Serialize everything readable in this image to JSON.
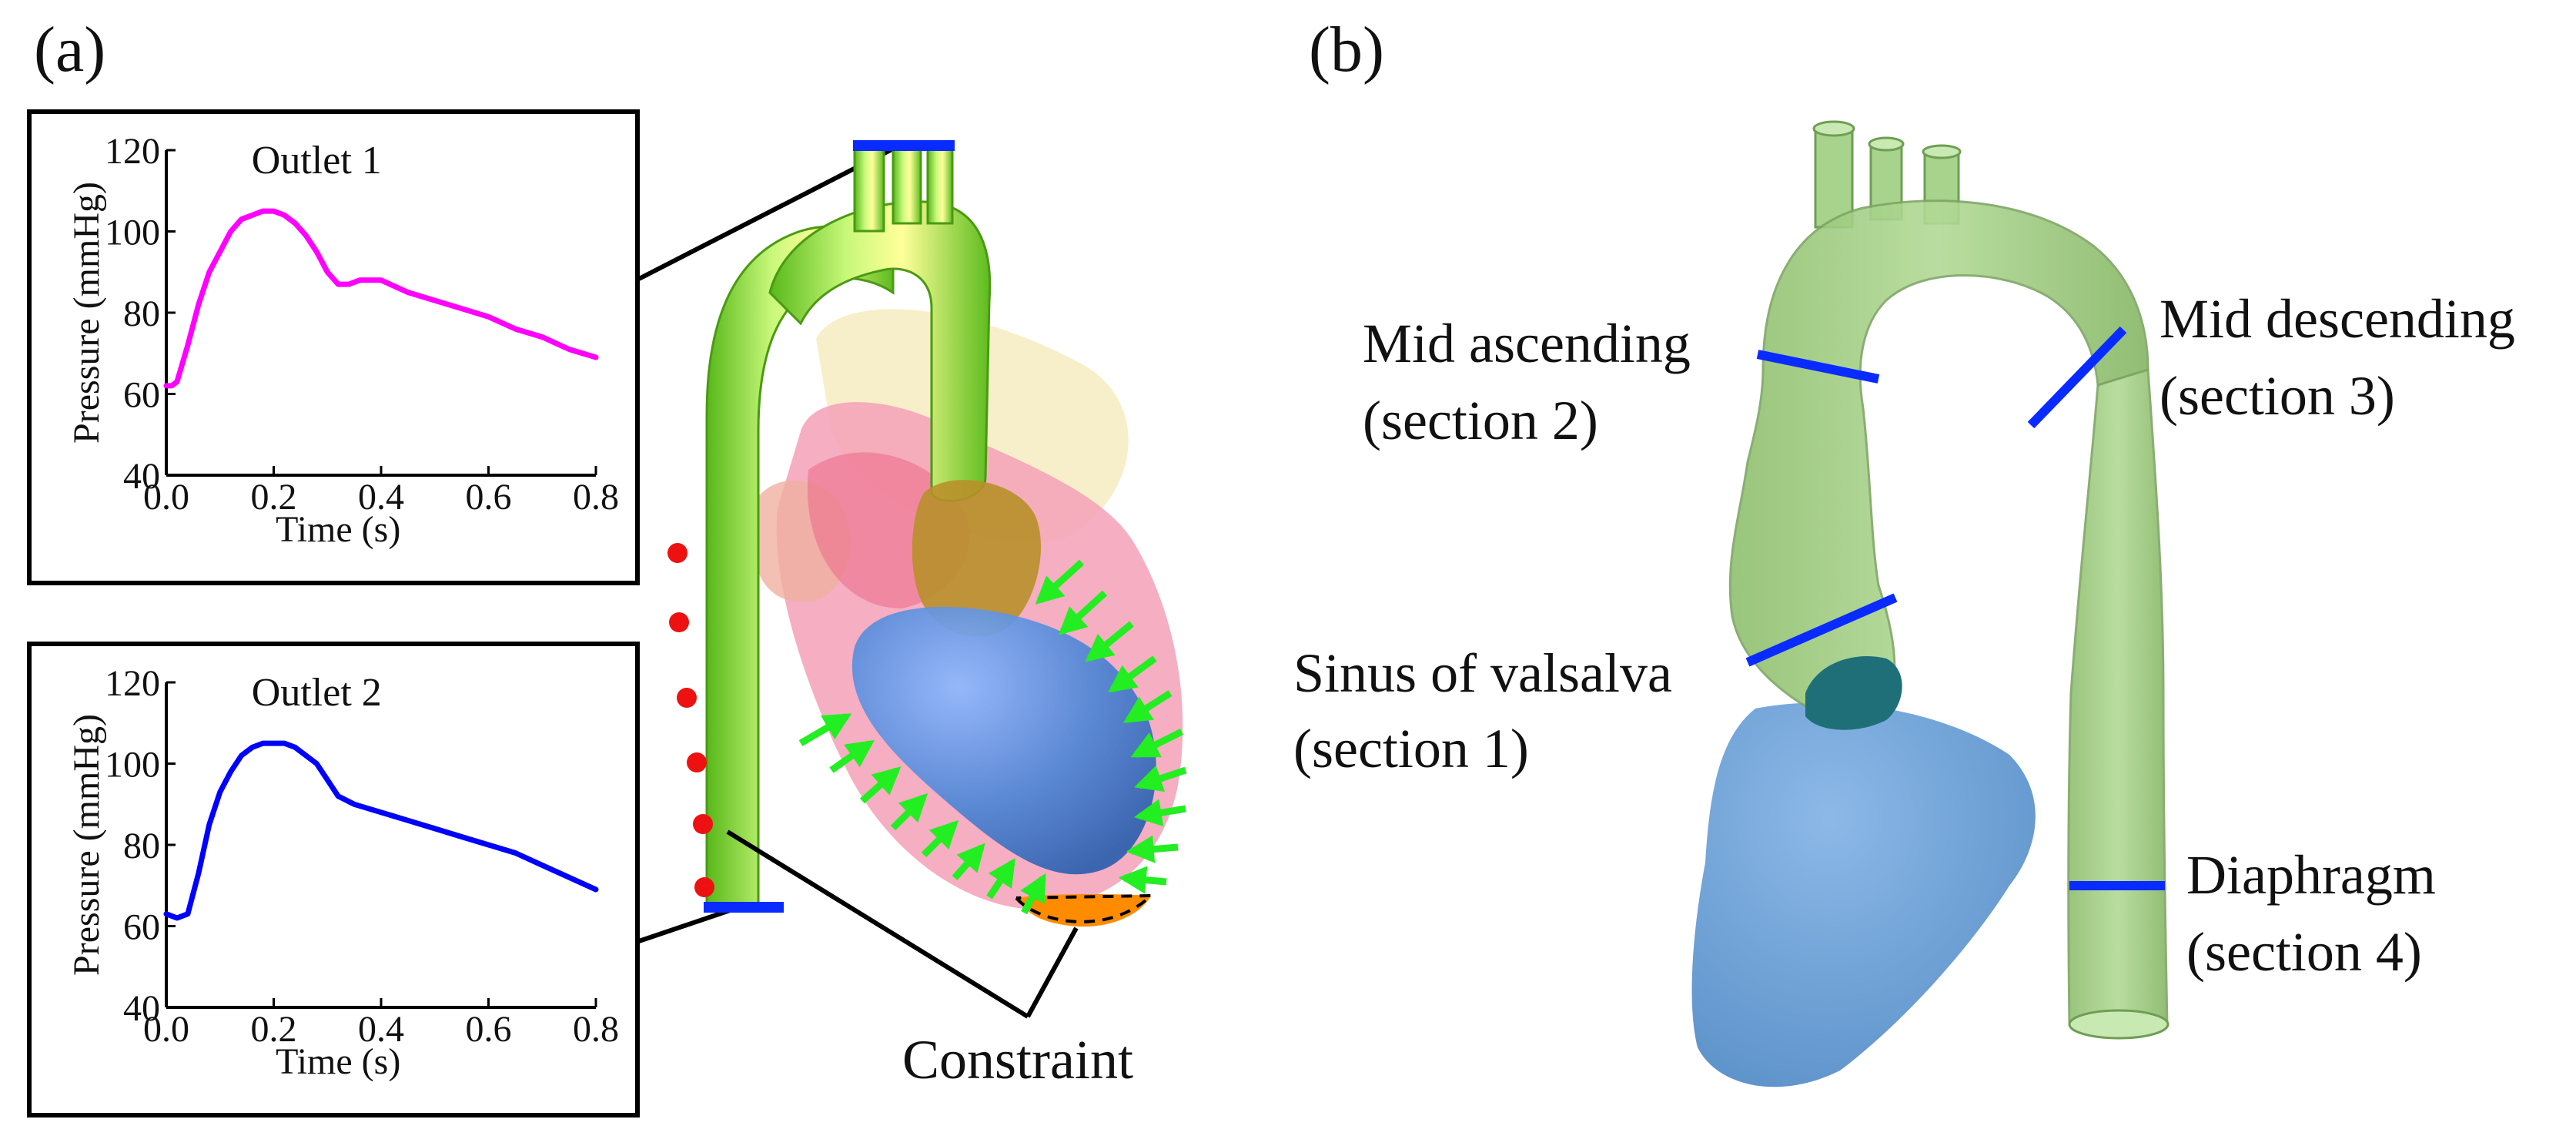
{
  "panel_a": {
    "label": "(a)",
    "constraint_label": "Constraint"
  },
  "panel_b": {
    "label": "(b)",
    "annotations": [
      {
        "line1": "Mid ascending",
        "line2": "(section 2)"
      },
      {
        "line1": "Mid descending",
        "line2": "(section 3)"
      },
      {
        "line1": "Sinus of valsalva",
        "line2": "(section 1)"
      },
      {
        "line1": "Diaphragm",
        "line2": "(section 4)"
      }
    ]
  },
  "colors": {
    "outlet1_curve": "#ff00ff",
    "outlet2_curve": "#0000ff",
    "aorta_a": "#7ddc2a",
    "aorta_b": "#9ccc7e",
    "ventricle": "#4f86d6",
    "section_marker": "#0a2bff",
    "constraint": "#ff8c00",
    "dots": "#ee1111",
    "arrows": "#22ee22"
  },
  "chart_data": [
    {
      "type": "line",
      "title": "Outlet 1",
      "xlabel": "Time (s)",
      "ylabel": "Pressure (mmHg)",
      "xlim": [
        0,
        0.8
      ],
      "ylim": [
        40,
        120
      ],
      "xticks": [
        "0.0",
        "0.2",
        "0.4",
        "0.6",
        "0.8"
      ],
      "yticks": [
        "40",
        "60",
        "80",
        "100",
        "120"
      ],
      "x": [
        0,
        0.01,
        0.02,
        0.04,
        0.06,
        0.08,
        0.1,
        0.12,
        0.14,
        0.16,
        0.18,
        0.2,
        0.22,
        0.24,
        0.26,
        0.28,
        0.3,
        0.32,
        0.34,
        0.36,
        0.38,
        0.4,
        0.45,
        0.5,
        0.55,
        0.6,
        0.65,
        0.7,
        0.75,
        0.8
      ],
      "y": [
        62,
        62,
        63,
        72,
        82,
        90,
        95,
        100,
        103,
        104,
        105,
        105,
        104,
        102,
        99,
        95,
        90,
        87,
        87,
        88,
        88,
        88,
        85,
        83,
        81,
        79,
        76,
        74,
        71,
        69
      ],
      "color": "#ff00ff"
    },
    {
      "type": "line",
      "title": "Outlet 2",
      "xlabel": "Time (s)",
      "ylabel": "Pressure (mmHg)",
      "xlim": [
        0,
        0.8
      ],
      "ylim": [
        40,
        120
      ],
      "xticks": [
        "0.0",
        "0.2",
        "0.4",
        "0.6",
        "0.8"
      ],
      "yticks": [
        "40",
        "60",
        "80",
        "100",
        "120"
      ],
      "x": [
        0,
        0.02,
        0.04,
        0.06,
        0.08,
        0.1,
        0.12,
        0.14,
        0.16,
        0.18,
        0.2,
        0.22,
        0.24,
        0.26,
        0.28,
        0.3,
        0.32,
        0.35,
        0.4,
        0.45,
        0.5,
        0.55,
        0.6,
        0.65,
        0.7,
        0.75,
        0.8
      ],
      "y": [
        63,
        62,
        63,
        73,
        85,
        93,
        98,
        102,
        104,
        105,
        105,
        105,
        104,
        102,
        100,
        96,
        92,
        90,
        88,
        86,
        84,
        82,
        80,
        78,
        75,
        72,
        69
      ],
      "color": "#0000ff"
    }
  ]
}
